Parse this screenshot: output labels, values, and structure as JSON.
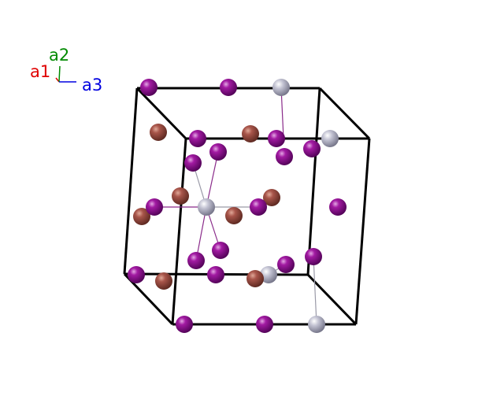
{
  "axes": {
    "a1": {
      "label": "a1",
      "color": "#e00000"
    },
    "a2": {
      "label": "a2",
      "color": "#008a00"
    },
    "a3": {
      "label": "a3",
      "color": "#0000e0"
    }
  },
  "colors": {
    "cell_edge": "#000000",
    "bond_purple": "#8a2b8a",
    "bond_gray": "#9a9aa8",
    "atom_purple": "#8e0a8e",
    "atom_brown": "#9a4a40",
    "atom_gray": "#a8a8ba"
  },
  "atom_types": [
    "purple",
    "brown",
    "gray"
  ]
}
